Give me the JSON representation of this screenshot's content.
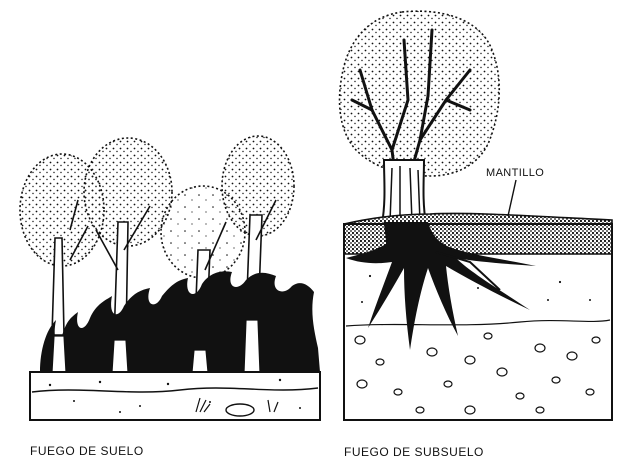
{
  "panels": [
    {
      "caption": "FUEGO DE SUELO"
    },
    {
      "caption": "FUEGO DE SUBSUELO",
      "callout": "MANTILLO"
    }
  ],
  "colors": {
    "ink": "#111111",
    "paper": "#ffffff"
  }
}
